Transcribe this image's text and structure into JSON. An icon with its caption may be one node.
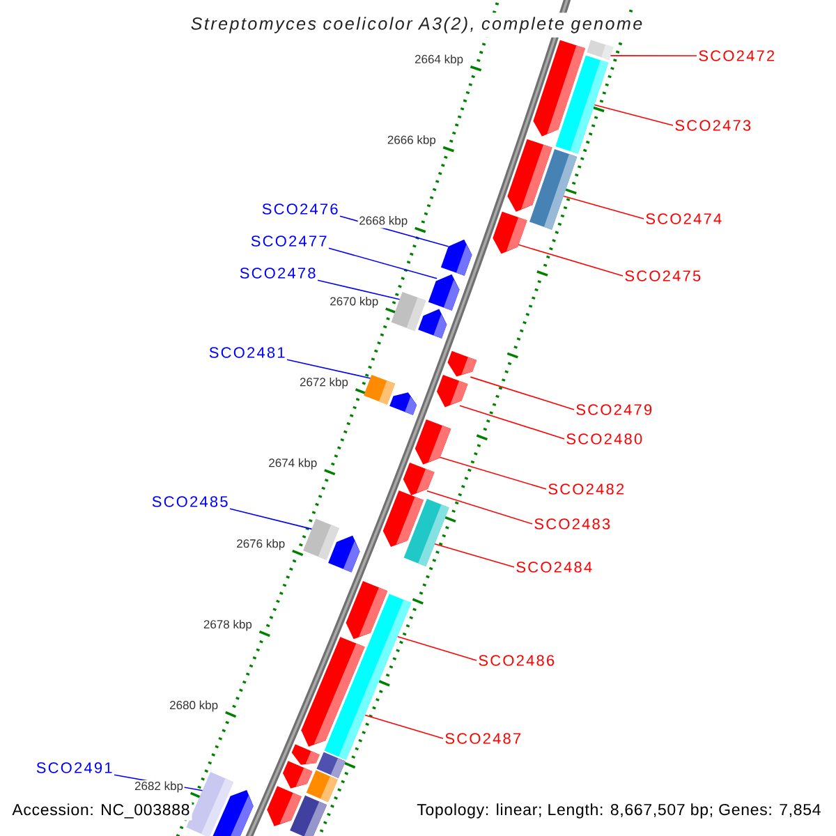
{
  "diagram": {
    "title": "Streptomyces coelicolor A3(2), complete genome",
    "nodes": [
      {
        "text": [
          "SCO2472"
        ]
      },
      {
        "text": [
          "SCO2473"
        ]
      },
      {
        "text": [
          "SCO2476"
        ]
      },
      {
        "text": [
          "SCO2474"
        ]
      },
      {
        "text": [
          "SCO2477"
        ]
      },
      {
        "text": [
          "SCO2478"
        ]
      },
      {
        "text": [
          "SCO2475"
        ]
      },
      {
        "text": [
          "SCO2481"
        ]
      },
      {
        "text": [
          "SCO2479"
        ]
      },
      {
        "text": [
          "SCO2480"
        ]
      },
      {
        "text": [
          "SCO2482"
        ]
      },
      {
        "text": [
          "SCO2485"
        ]
      },
      {
        "text": [
          "SCO2483"
        ]
      },
      {
        "text": [
          "SCO2484"
        ]
      },
      {
        "text": [
          "SCO2486"
        ]
      },
      {
        "text": [
          "SCO2487"
        ]
      },
      {
        "text": [
          "SCO2491"
        ]
      },
      {
        "text": [],
        "shape": "box"
      },
      {
        "text": [],
        "shape": "pentagon"
      },
      {
        "text": [],
        "shape": "box"
      },
      {
        "text": [],
        "shape": "pentagon"
      },
      {
        "text": [],
        "shape": "box"
      },
      {
        "text": [],
        "shape": "pentagon"
      },
      {
        "text": [],
        "shape": "pentagon"
      },
      {
        "text": [],
        "shape": "pentagon"
      },
      {
        "text": [],
        "shape": "box"
      },
      {
        "text": [],
        "shape": "pentagon"
      },
      {
        "text": [],
        "shape": "pentagon"
      },
      {
        "text": [],
        "shape": "box"
      },
      {
        "text": [],
        "shape": "pentagon"
      },
      {
        "text": [],
        "shape": "pentagon"
      },
      {
        "text": [],
        "shape": "pentagon"
      },
      {
        "text": [],
        "shape": "pentagon"
      },
      {
        "text": [],
        "shape": "pentagon"
      },
      {
        "text": [],
        "shape": "box"
      },
      {
        "text": [],
        "shape": "box"
      },
      {
        "text": [],
        "shape": "pentagon"
      },
      {
        "text": [],
        "shape": "pentagon"
      },
      {
        "text": [],
        "shape": "box"
      },
      {
        "text": [],
        "shape": "pentagon"
      },
      {
        "text": [],
        "shape": "pentagon"
      },
      {
        "text": [],
        "shape": "box"
      },
      {
        "text": [],
        "shape": "pentagon"
      },
      {
        "text": [],
        "shape": "box"
      },
      {
        "text": [],
        "shape": "pentagon"
      },
      {
        "text": [],
        "shape": "box"
      },
      {
        "text": [],
        "shape": "box"
      },
      {
        "text": [],
        "shape": "pentagon"
      }
    ],
    "edges": [
      {
        "from": 0,
        "to": 17,
        "arrow": "none"
      },
      {
        "from": 1,
        "to": 19,
        "arrow": "none"
      },
      {
        "from": 2,
        "to": 23,
        "arrow": "none",
        "color": "#0000ff"
      },
      {
        "from": 3,
        "to": 21,
        "arrow": "none"
      },
      {
        "from": 4,
        "to": 24,
        "arrow": "none",
        "color": "#0000ff"
      },
      {
        "from": 5,
        "to": 25,
        "arrow": "none",
        "color": "#0000ff"
      },
      {
        "from": 6,
        "to": 22,
        "arrow": "none"
      },
      {
        "from": 7,
        "to": 28,
        "arrow": "none",
        "color": "#0000ff"
      },
      {
        "from": 8,
        "to": 27,
        "arrow": "none"
      },
      {
        "from": 9,
        "to": 29,
        "arrow": "none"
      },
      {
        "from": 10,
        "to": 31,
        "arrow": "none"
      },
      {
        "from": 11,
        "to": 35,
        "arrow": "none",
        "color": "#0000ff"
      },
      {
        "from": 12,
        "to": 32,
        "arrow": "none"
      },
      {
        "from": 13,
        "to": 34,
        "arrow": "none"
      },
      {
        "from": 14,
        "to": 38,
        "arrow": "none"
      },
      {
        "from": 15,
        "to": 38,
        "arrow": "none"
      },
      {
        "from": 16,
        "to": 45,
        "arrow": "none",
        "color": "#0000ff"
      }
    ],
    "labels": [
      "2664 kbp",
      "2666 kbp",
      "2668 kbp",
      "2670 kbp",
      "2672 kbp",
      "2674 kbp",
      "2676 kbp",
      "2678 kbp",
      "2680 kbp",
      "2682 kbp",
      "Accession: NC_003888",
      "Topology: linear; Length: 8,667,507 bp; Genes: 7,854"
    ]
  }
}
